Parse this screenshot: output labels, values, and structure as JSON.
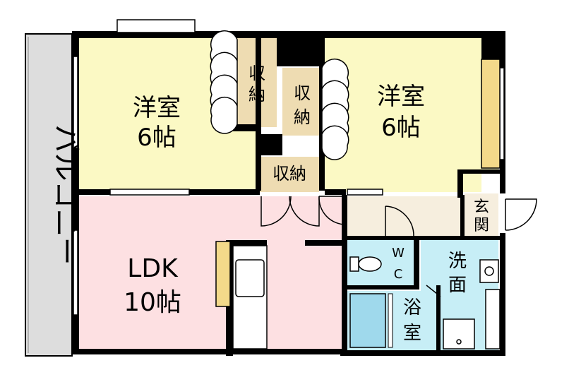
{
  "rooms": {
    "western_left": {
      "name": "洋室",
      "size": "6帖"
    },
    "western_right": {
      "name": "洋室",
      "size": "6帖"
    },
    "ldk": {
      "name": "LDK",
      "size": "10帖"
    },
    "storage_left": {
      "line1": "収",
      "line2": "納"
    },
    "storage_mid": {
      "line1": "収",
      "line2": "納"
    },
    "storage_bottom": {
      "label": "収納"
    },
    "entrance": {
      "line1": "玄",
      "line2": "関"
    },
    "wc": {
      "line1": "W",
      "line2": "C"
    },
    "washroom": {
      "line1": "洗",
      "line2": "面"
    },
    "bathroom": {
      "line1": "浴",
      "line2": "室"
    }
  },
  "balcony": {
    "label": "バルコニー"
  },
  "colors": {
    "western": "#fbf9c4",
    "ldk": "#fde0e2",
    "storage": "#eedcb2",
    "entrance": "#f6eede",
    "wet": "#c7eef6",
    "tub": "#9fd9ec",
    "balcony": "#dddddd",
    "closet_panel": "#f3d98a",
    "wall": "#000000"
  }
}
